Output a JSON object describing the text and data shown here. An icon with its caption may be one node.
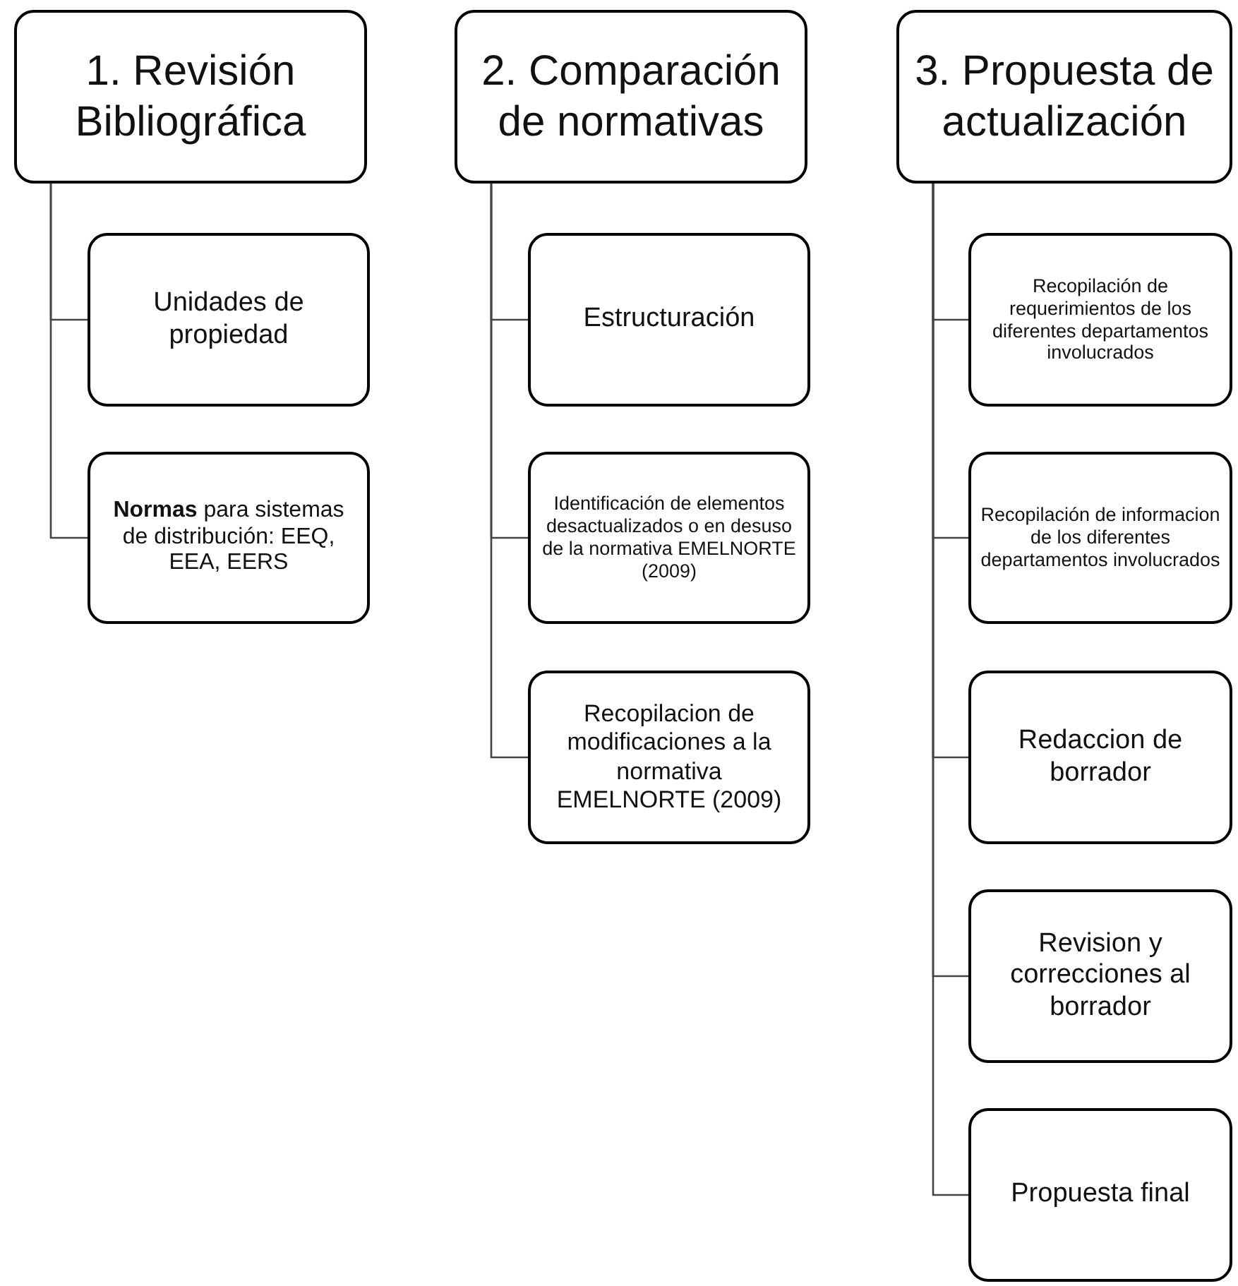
{
  "diagram": {
    "nodes": [
      {
        "text": [
          "1. Revisión Bibliográfica"
        ]
      },
      {
        "text": [
          "Unidades de propiedad"
        ]
      },
      {
        "text": [
          "**Normas** para sistemas de distribución: EEQ, EEA, EERS"
        ]
      },
      {
        "text": [
          "2. Comparación de normativas"
        ]
      },
      {
        "text": [
          "Estructuración"
        ]
      },
      {
        "text": [
          "Identificación de elementos desactualizados o en desuso de la normativa EMELNORTE (2009)"
        ]
      },
      {
        "text": [
          "Recopilacion de modificaciones a la normativa EMELNORTE (2009)"
        ]
      },
      {
        "text": [
          "3. Propuesta de actualización"
        ]
      },
      {
        "text": [
          "Recopilación de requerimientos de los diferentes departamentos involucrados"
        ]
      },
      {
        "text": [
          "Recopilación de informacion de los diferentes departamentos involucrados"
        ]
      },
      {
        "text": [
          "Redaccion de borrador"
        ]
      },
      {
        "text": [
          "Revision y correcciones al borrador"
        ]
      },
      {
        "text": [
          "Propuesta final"
        ]
      }
    ],
    "edges": [
      {
        "from": 0,
        "to": 1,
        "arrow": "none"
      },
      {
        "from": 0,
        "to": 2,
        "arrow": "none"
      },
      {
        "from": 3,
        "to": 4,
        "arrow": "none"
      },
      {
        "from": 3,
        "to": 5,
        "arrow": "none"
      },
      {
        "from": 3,
        "to": 6,
        "arrow": "none"
      },
      {
        "from": 7,
        "to": 8,
        "arrow": "none"
      },
      {
        "from": 7,
        "to": 9,
        "arrow": "none"
      },
      {
        "from": 7,
        "to": 10,
        "arrow": "none"
      },
      {
        "from": 7,
        "to": 11,
        "arrow": "none"
      },
      {
        "from": 7,
        "to": 12,
        "arrow": "none"
      }
    ]
  }
}
